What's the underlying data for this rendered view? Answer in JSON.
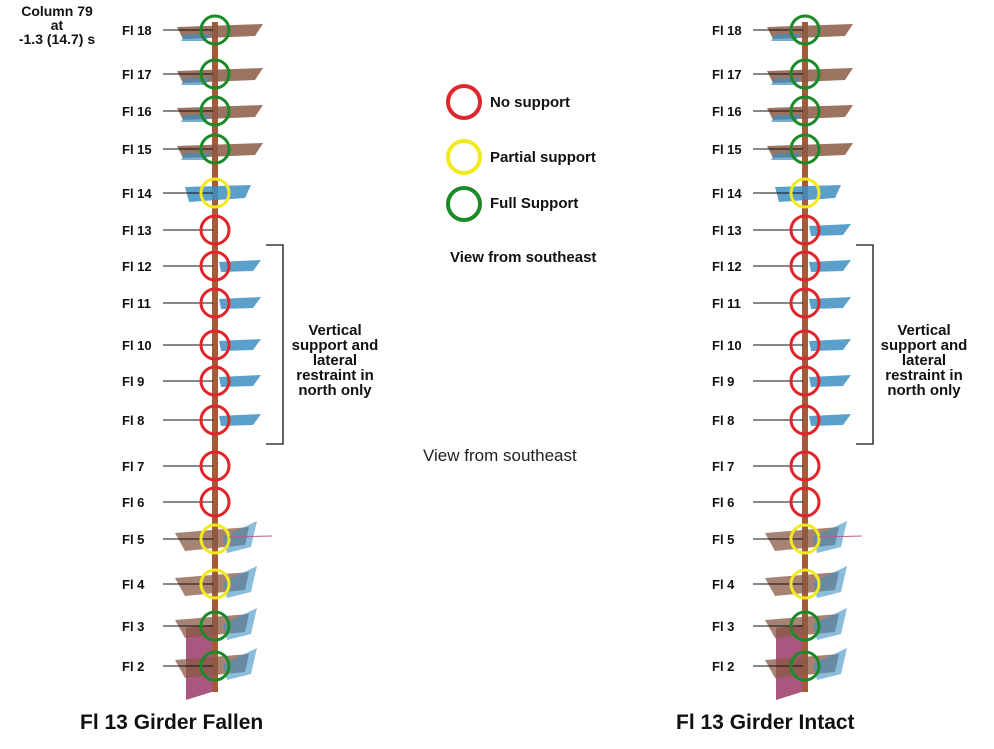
{
  "header": {
    "column_title": "Column 79",
    "column_at": "at",
    "time_label": "-1.3 (14.7) s"
  },
  "legend": {
    "items": [
      {
        "label": "No support",
        "color": "#e0252b"
      },
      {
        "label": "Partial support",
        "color": "#f2ea1f"
      },
      {
        "label": "Full Support",
        "color": "#1d8a2a"
      }
    ]
  },
  "view_label_bold": "View from southeast",
  "view_label_plain": "View from southeast",
  "bracket_note": "Vertical support and lateral restraint in north only",
  "bracket_note_lines": [
    "Vertical",
    "support and",
    "lateral",
    "restraint in",
    "north only"
  ],
  "left_panel": {
    "caption": "Fl 13 Girder Fallen",
    "floors": [
      {
        "label": "Fl 18",
        "support": "full"
      },
      {
        "label": "Fl 17",
        "support": "full"
      },
      {
        "label": "Fl 16",
        "support": "full"
      },
      {
        "label": "Fl 15",
        "support": "full"
      },
      {
        "label": "Fl 14",
        "support": "partial"
      },
      {
        "label": "Fl 13",
        "support": "none"
      },
      {
        "label": "Fl 12",
        "support": "none"
      },
      {
        "label": "Fl 11",
        "support": "none"
      },
      {
        "label": "Fl 10",
        "support": "none"
      },
      {
        "label": "Fl 9",
        "support": "none"
      },
      {
        "label": "Fl 8",
        "support": "none"
      },
      {
        "label": "Fl 7",
        "support": "none"
      },
      {
        "label": "Fl 6",
        "support": "none"
      },
      {
        "label": "Fl 5",
        "support": "partial"
      },
      {
        "label": "Fl 4",
        "support": "partial"
      },
      {
        "label": "Fl 3",
        "support": "full"
      },
      {
        "label": "Fl 2",
        "support": "full"
      }
    ]
  },
  "right_panel": {
    "caption": "Fl 13 Girder Intact",
    "floors": [
      {
        "label": "Fl 18",
        "support": "full"
      },
      {
        "label": "Fl 17",
        "support": "full"
      },
      {
        "label": "Fl 16",
        "support": "full"
      },
      {
        "label": "Fl 15",
        "support": "full"
      },
      {
        "label": "Fl 14",
        "support": "partial"
      },
      {
        "label": "Fl 13",
        "support": "none"
      },
      {
        "label": "Fl 12",
        "support": "none"
      },
      {
        "label": "Fl 11",
        "support": "none"
      },
      {
        "label": "Fl 10",
        "support": "none"
      },
      {
        "label": "Fl 9",
        "support": "none"
      },
      {
        "label": "Fl 8",
        "support": "none"
      },
      {
        "label": "Fl 7",
        "support": "none"
      },
      {
        "label": "Fl 6",
        "support": "none"
      },
      {
        "label": "Fl 5",
        "support": "partial"
      },
      {
        "label": "Fl 4",
        "support": "partial"
      },
      {
        "label": "Fl 3",
        "support": "full"
      },
      {
        "label": "Fl 2",
        "support": "full"
      }
    ]
  },
  "colors": {
    "none": "#e0252b",
    "partial": "#f2ea1f",
    "full": "#1d8a2a",
    "column": "#a55a3a",
    "slab_brown": "#8a5a44",
    "slab_blue": "#3d8fc2",
    "wall_magenta": "#9b3a6a"
  }
}
